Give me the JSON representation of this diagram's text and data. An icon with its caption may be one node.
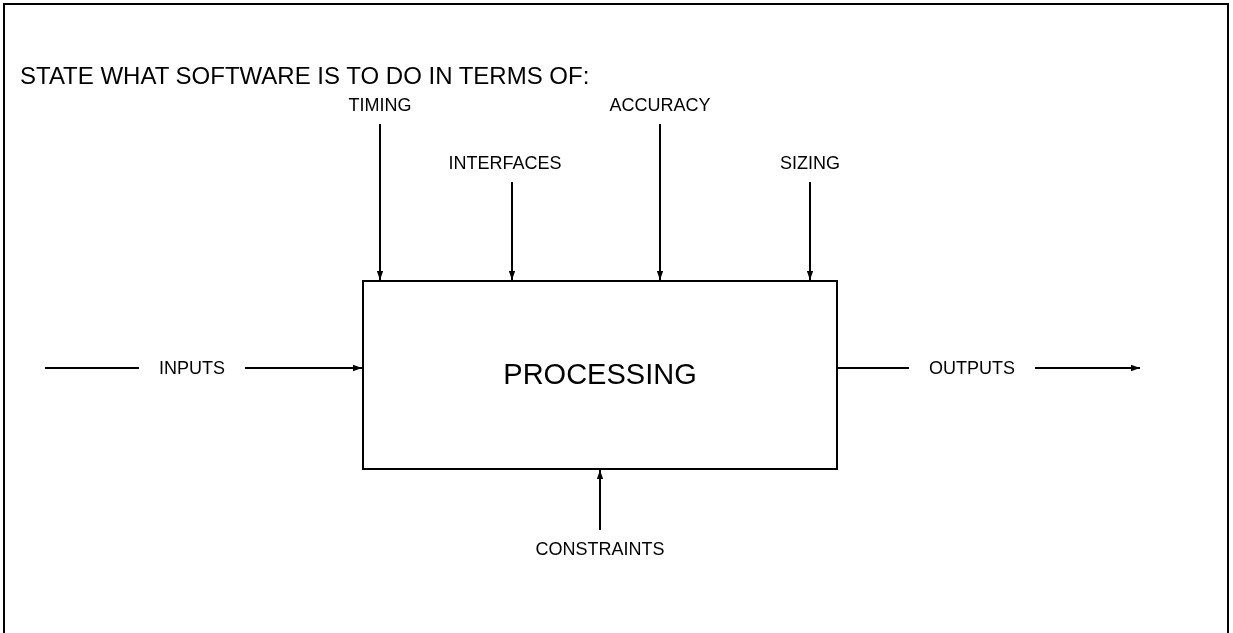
{
  "diagram": {
    "title": "STATE WHAT SOFTWARE IS TO DO IN TERMS OF:",
    "nodes": [
      {
        "text": [
          "TIMING"
        ]
      },
      {
        "text": [
          "INTERFACES"
        ]
      },
      {
        "text": [
          "ACCURACY"
        ]
      },
      {
        "text": [
          "SIZING"
        ]
      },
      {
        "text": [
          "PROCESSING"
        ]
      },
      {
        "text": [
          "CONSTRAINTS"
        ]
      }
    ],
    "edges": [
      {
        "from": 0,
        "to": 4,
        "arrow": "to"
      },
      {
        "from": 1,
        "to": 4,
        "arrow": "to"
      },
      {
        "from": 2,
        "to": 4,
        "arrow": "to"
      },
      {
        "from": 3,
        "to": 4,
        "arrow": "to"
      },
      {
        "from": null,
        "to": 4,
        "arrow": "to",
        "label": "INPUTS"
      },
      {
        "from": 4,
        "to": null,
        "arrow": "to",
        "label": "OUTPUTS"
      },
      {
        "from": 5,
        "to": 4,
        "arrow": "to"
      }
    ]
  }
}
